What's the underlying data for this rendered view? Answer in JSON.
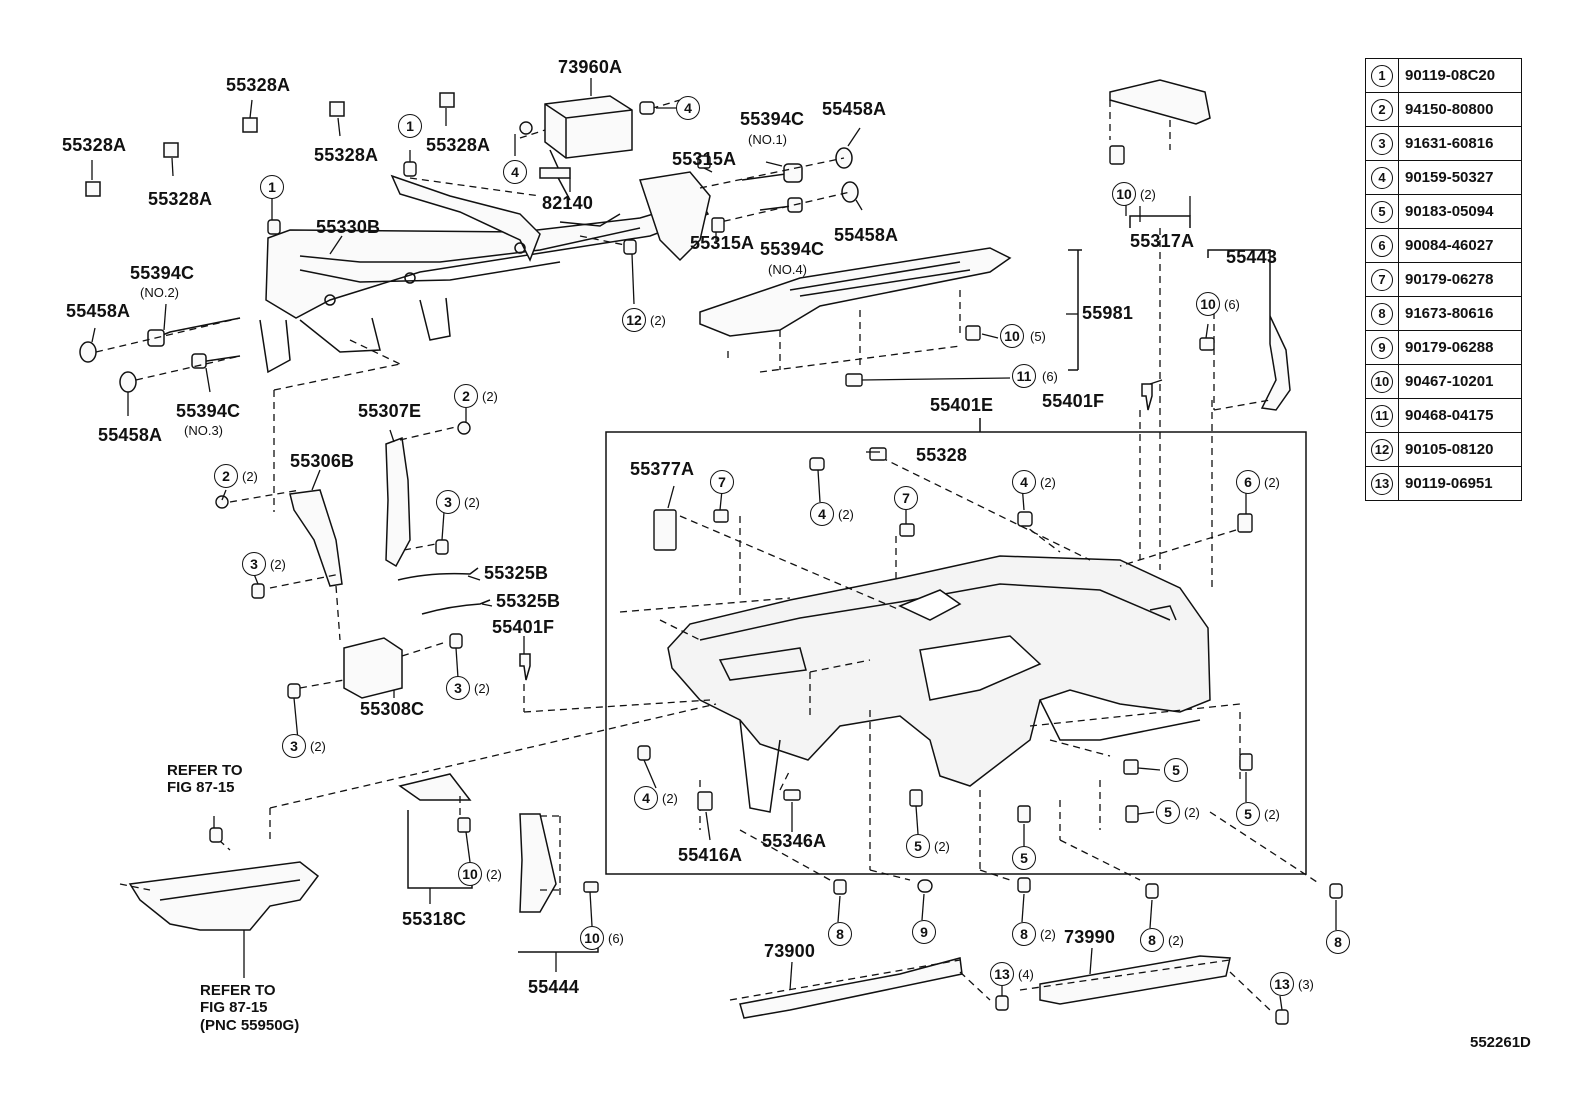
{
  "labels": {
    "p73960A": "73960A",
    "p55328A_1": "55328A",
    "p55328A_2": "55328A",
    "p55328A_3": "55328A",
    "p55328A_4": "55328A",
    "p55328A_5": "55328A",
    "p82140": "82140",
    "p55315A_1": "55315A",
    "p55315A_2": "55315A",
    "p55394C_1": "55394C",
    "p55394C_1_sub": "(NO.1)",
    "p55394C_2": "55394C",
    "p55394C_2_sub": "(NO.2)",
    "p55394C_3": "55394C",
    "p55394C_3_sub": "(NO.3)",
    "p55394C_4": "55394C",
    "p55394C_4_sub": "(NO.4)",
    "p55458A_1": "55458A",
    "p55458A_2": "55458A",
    "p55458A_3": "55458A",
    "p55458A_4": "55458A",
    "p55330B": "55330B",
    "p55317A": "55317A",
    "p55443": "55443",
    "p55981": "55981",
    "p55401F_1": "55401F",
    "p55401F_2": "55401F",
    "p55401E": "55401E",
    "p55307E": "55307E",
    "p55306B": "55306B",
    "p55328": "55328",
    "p55377A": "55377A",
    "p55325B_1": "55325B",
    "p55325B_2": "55325B",
    "p55308C": "55308C",
    "p55416A": "55416A",
    "p55346A": "55346A",
    "p55318C": "55318C",
    "p55444": "55444",
    "p73900": "73900",
    "p73990": "73990",
    "refer1": "REFER TO\nFIG 87-15",
    "refer2": "REFER TO\nFIG 87-15\n(PNC 55950G)",
    "figure_id": "552261D"
  },
  "callouts": [
    {
      "n": "1",
      "q": ""
    },
    {
      "n": "1",
      "q": ""
    },
    {
      "n": "4",
      "q": ""
    },
    {
      "n": "4",
      "q": ""
    },
    {
      "n": "12",
      "q": "(2)"
    },
    {
      "n": "10",
      "q": "(2)"
    },
    {
      "n": "10",
      "q": "(5)"
    },
    {
      "n": "11",
      "q": "(6)"
    },
    {
      "n": "10",
      "q": "(6)"
    },
    {
      "n": "2",
      "q": "(2)"
    },
    {
      "n": "2",
      "q": "(2)"
    },
    {
      "n": "3",
      "q": "(2)"
    },
    {
      "n": "3",
      "q": "(2)"
    },
    {
      "n": "3",
      "q": "(2)"
    },
    {
      "n": "3",
      "q": "(2)"
    },
    {
      "n": "7",
      "q": ""
    },
    {
      "n": "7",
      "q": ""
    },
    {
      "n": "4",
      "q": "(2)"
    },
    {
      "n": "4",
      "q": "(2)"
    },
    {
      "n": "6",
      "q": "(2)"
    },
    {
      "n": "4",
      "q": "(2)"
    },
    {
      "n": "5",
      "q": ""
    },
    {
      "n": "5",
      "q": "(2)"
    },
    {
      "n": "5",
      "q": "(2)"
    },
    {
      "n": "5",
      "q": "(2)"
    },
    {
      "n": "5",
      "q": ""
    },
    {
      "n": "10",
      "q": "(2)"
    },
    {
      "n": "10",
      "q": "(6)"
    },
    {
      "n": "8",
      "q": ""
    },
    {
      "n": "9",
      "q": ""
    },
    {
      "n": "8",
      "q": "(2)"
    },
    {
      "n": "8",
      "q": "(2)"
    },
    {
      "n": "8",
      "q": ""
    },
    {
      "n": "13",
      "q": "(4)"
    },
    {
      "n": "13",
      "q": "(3)"
    }
  ],
  "legend": [
    {
      "n": "1",
      "part": "90119-08C20"
    },
    {
      "n": "2",
      "part": "94150-80800"
    },
    {
      "n": "3",
      "part": "91631-60816"
    },
    {
      "n": "4",
      "part": "90159-50327"
    },
    {
      "n": "5",
      "part": "90183-05094"
    },
    {
      "n": "6",
      "part": "90084-46027"
    },
    {
      "n": "7",
      "part": "90179-06278"
    },
    {
      "n": "8",
      "part": "91673-80616"
    },
    {
      "n": "9",
      "part": "90179-06288"
    },
    {
      "n": "10",
      "part": "90467-10201"
    },
    {
      "n": "11",
      "part": "90468-04175"
    },
    {
      "n": "12",
      "part": "90105-08120"
    },
    {
      "n": "13",
      "part": "90119-06951"
    }
  ],
  "colors": {
    "ink": "#111111",
    "paper": "#ffffff",
    "fill": "#f4f4f4"
  }
}
